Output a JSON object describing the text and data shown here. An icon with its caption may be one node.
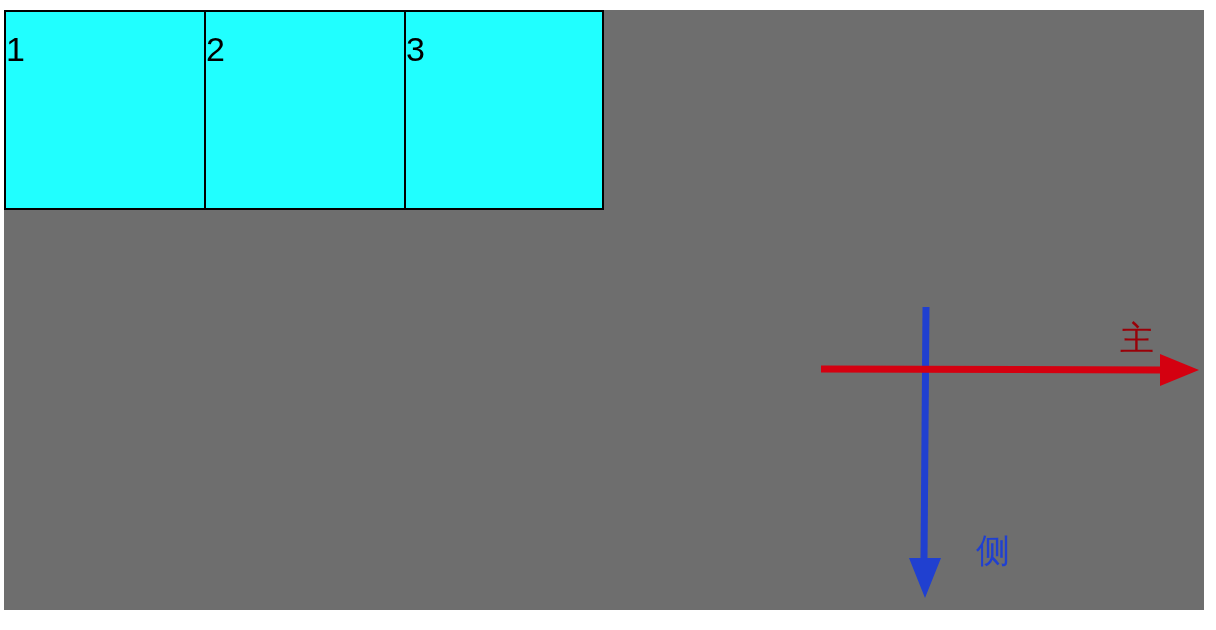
{
  "diagram": {
    "nodes": [
      {
        "text": [],
        "shape": "box"
      },
      {
        "text": [
          "1"
        ],
        "in": 0
      },
      {
        "text": [
          "2"
        ],
        "in": 0
      },
      {
        "text": [
          "3"
        ],
        "in": 0
      }
    ],
    "labels": [
      "主",
      "侧"
    ]
  }
}
